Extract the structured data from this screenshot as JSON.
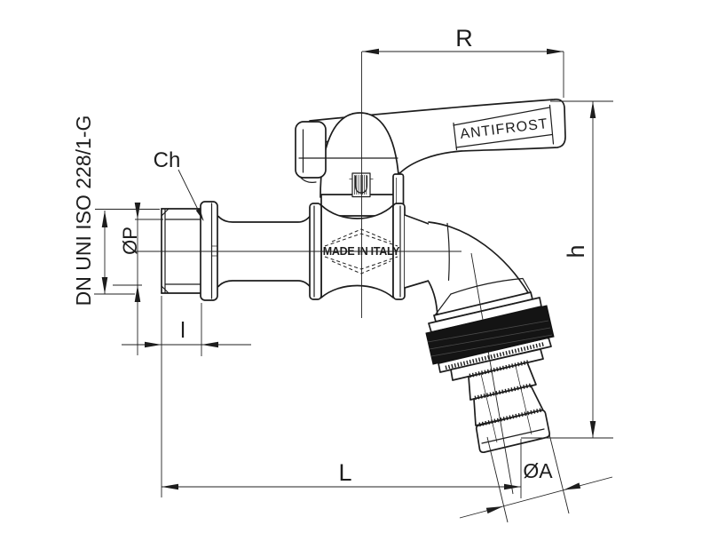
{
  "drawing": {
    "labels": {
      "handle_reach": "R",
      "height": "h",
      "length": "L",
      "thread_length": "l",
      "thread_diameter": "ØP",
      "outlet_diameter": "ØA",
      "wrench_size": "Ch",
      "thread_standard": "DN UNI ISO 228/1-G"
    },
    "markings": {
      "handle": "ANTIFROST",
      "body": "MADE IN ITALY"
    },
    "colors": {
      "line": "#1d1d1d",
      "background": "#ffffff",
      "knurl_fill": "#141414"
    }
  }
}
